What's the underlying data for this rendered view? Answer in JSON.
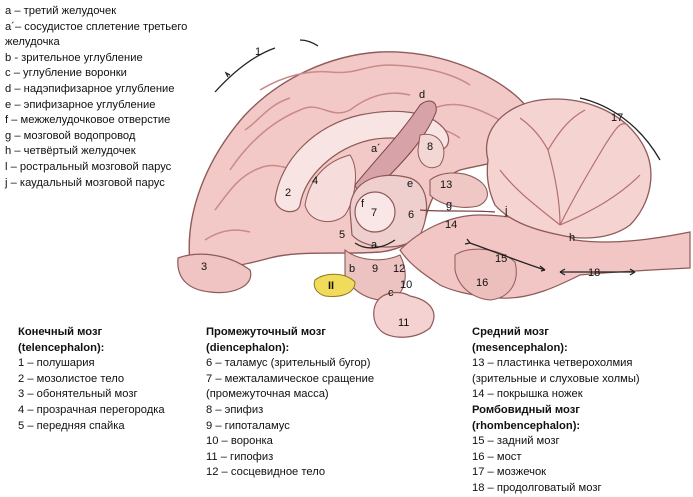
{
  "legend": [
    "a – третий желудочек",
    "a´– сосудистое сплетение третьего",
    "желудочка",
    "b - зрительное углубление",
    "c – углубление воронки",
    "d – надэпифизарное углубление",
    "e – эпифизарное углубление",
    "f – межжелудочковое отверстие",
    "g – мозговой водопровод",
    "h – четвёртый желудочек",
    "l – ростральный мозговой парус",
    "j – каудальный мозговой парус"
  ],
  "telencephalon": {
    "title1": "Конечный мозг",
    "title2": "(telencephalon):",
    "items": [
      "1 – полушария",
      "2 – мозолистое тело",
      "3 – обонятельный мозг",
      "4 – прозрачная перегородка",
      "5 – передняя спайка"
    ]
  },
  "diencephalon": {
    "title1": "Промежуточный мозг",
    "title2": "(diencephalon):",
    "items": [
      "6 – таламус (зрительный бугор)",
      "7 – межталамическое сращение",
      "(промежуточная масса)",
      "8 – эпифиз",
      "9 – гипоталамус",
      "10 – воронка",
      "11 – гипофиз",
      "12 – сосцевидное тело"
    ]
  },
  "mesencephalon": {
    "title1": "Средний мозг",
    "title2": "(mesencephalon):",
    "items": [
      "13 – пластинка четверохолмия",
      "(зрительные и слуховые холмы)",
      "14 – покрышка ножек"
    ]
  },
  "rhombencephalon": {
    "title1": "Ромбовидный мозг",
    "title2": "(rhombencephalon):",
    "items": [
      "15 – задний мозг",
      "16 – мост",
      "17 – мозжечок",
      "18 – продолговатый мозг"
    ]
  },
  "figure_labels": {
    "n1": "1",
    "n2": "2",
    "n3": "3",
    "n4": "4",
    "n5": "5",
    "n6": "6",
    "n7": "7",
    "n8": "8",
    "n9": "9",
    "n10": "10",
    "n11": "11",
    "n12": "12",
    "n13": "13",
    "n14": "14",
    "n15": "15",
    "n16": "16",
    "n17": "17",
    "n18": "18",
    "a": "a",
    "a2": "a´",
    "b": "b",
    "c": "c",
    "d": "d",
    "e": "e",
    "f": "f",
    "g": "g",
    "h": "h",
    "j": "j",
    "II": "II"
  },
  "colors": {
    "cortex": "#f2c9c6",
    "cortex_dark": "#c98a88",
    "inner": "#f6dcdb",
    "outline": "#8f5a58",
    "chiasm": "#f0dc5a"
  }
}
